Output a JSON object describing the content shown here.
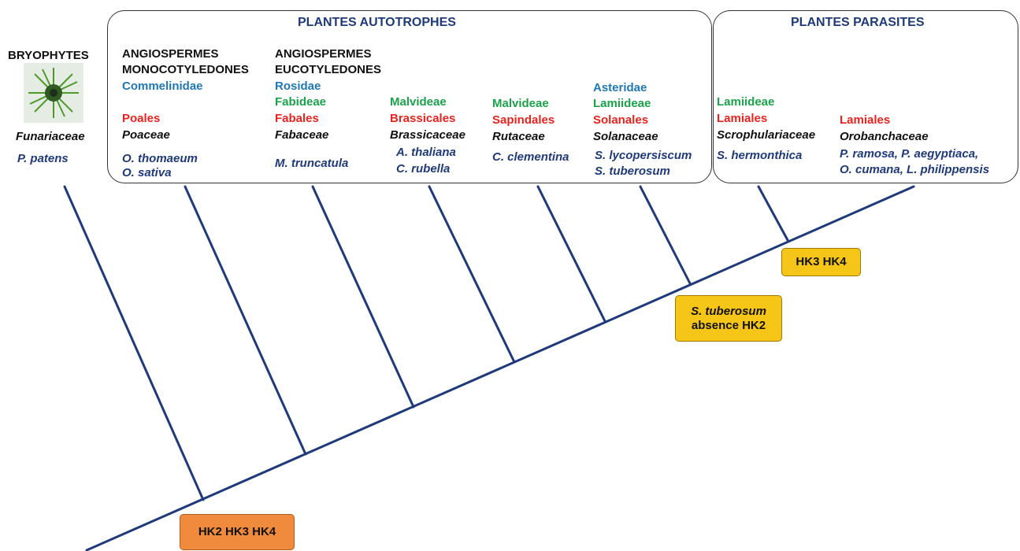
{
  "groups": {
    "autotrophes": "PLANTES AUTOTROPHES",
    "parasites": "PLANTES PARASITES"
  },
  "bryophytes": {
    "title": "BRYOPHYTES",
    "family": "Funariaceae",
    "species": "P. patens"
  },
  "columns": {
    "mono": {
      "group1": "ANGIOSPERMES",
      "group2": "MONOCOTYLEDONES",
      "subclass": "Commelinidae",
      "order": "Poales",
      "family": "Poaceae",
      "sp1": "O. thomaeum",
      "sp2": "O. sativa"
    },
    "eudi": {
      "group1": "ANGIOSPERMES",
      "group2": "EUCOTYLEDONES",
      "subclass": "Rosidae",
      "superorder": "Fabideae",
      "order": "Fabales",
      "family": "Fabaceae",
      "sp1": "M. truncatula"
    },
    "brass": {
      "superorder": "Malvideae",
      "order": "Brassicales",
      "family": "Brassicaceae",
      "sp1": "A. thaliana",
      "sp2": "C. rubella"
    },
    "ruta": {
      "superorder": "Malvideae",
      "order": "Sapindales",
      "family": "Rutaceae",
      "sp1": "C. clementina"
    },
    "sola": {
      "subclass": "Asteridae",
      "superorder": "Lamiideae",
      "order": "Solanales",
      "family": "Solanaceae",
      "sp1": "S. lycopersiscum",
      "sp2": "S. tuberosum"
    },
    "scro": {
      "superorder": "Lamiideae",
      "order": "Lamiales",
      "family": "Scrophulariaceae",
      "sp1": "S. hermonthica"
    },
    "orob": {
      "order": "Lamiales",
      "family": "Orobanchaceae",
      "sp1": "P. ramosa, P. aegyptiaca,",
      "sp2": "O. cumana, L. philippensis"
    }
  },
  "callouts": {
    "base": "HK2 HK3 HK4",
    "tuberosum_species": "S. tuberosum",
    "tuberosum_note": "absence HK2",
    "parasite": "HK3 HK4"
  },
  "colors": {
    "branch": "#1f3a7a",
    "subclass": "#1f78b4",
    "superorder": "#1aa34a",
    "order": "#e8231f",
    "callout_orange": "#f08a3c",
    "callout_yellow": "#f5c518"
  }
}
